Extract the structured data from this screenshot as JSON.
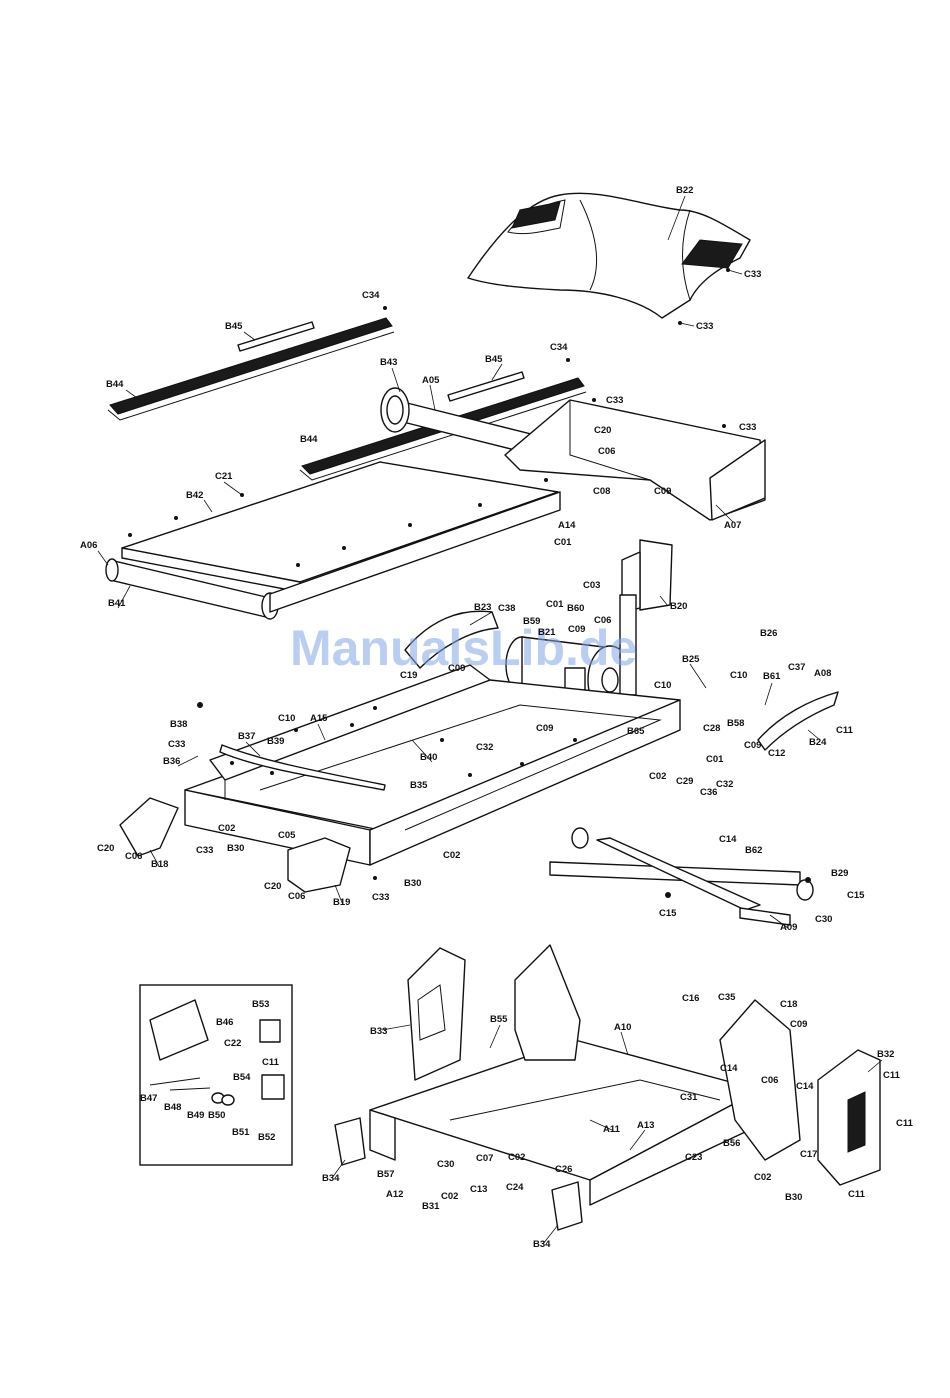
{
  "watermark": "ManualsLib.de",
  "callouts": {
    "B22": "B22",
    "C33": "C33",
    "C34": "C34",
    "B45": "B45",
    "B44": "B44",
    "B43": "B43",
    "A05": "A05",
    "C20": "C20",
    "C06": "C06",
    "C08": "C08",
    "C09": "C09",
    "A07": "A07",
    "C21": "C21",
    "B42": "B42",
    "A06": "A06",
    "B41": "B41",
    "A14": "A14",
    "C01": "C01",
    "C03": "C03",
    "B20": "B20",
    "B23": "B23",
    "C38": "C38",
    "B59": "B59",
    "B60": "B60",
    "B21": "B21",
    "C19": "C19",
    "B26": "B26",
    "B25": "B25",
    "C10": "C10",
    "C37": "C37",
    "A08": "A08",
    "B61": "B61",
    "B58": "B58",
    "C28": "C28",
    "C11": "C11",
    "B24": "B24",
    "C12": "C12",
    "B65": "B65",
    "B38": "B38",
    "A15": "A15",
    "B39": "B39",
    "C32": "C32",
    "B40": "B40",
    "B37": "B37",
    "B36": "B36",
    "B35": "B35",
    "C02": "C02",
    "C29": "C29",
    "C36": "C36",
    "C05": "C05",
    "B30": "B30",
    "B18": "B18",
    "B19": "B19",
    "C14": "C14",
    "B62": "B62",
    "B29": "B29",
    "C15": "C15",
    "A09": "A09",
    "B46": "B46",
    "B53": "B53",
    "C22": "C22",
    "B54": "B54",
    "B47": "B47",
    "B48": "B48",
    "B49": "B49",
    "B50": "B50",
    "B51": "B51",
    "B52": "B52",
    "B33": "B33",
    "B55": "B55",
    "A10": "A10",
    "C16": "C16",
    "C35": "C35",
    "C18": "C18",
    "B32": "B32",
    "C31": "C31",
    "A11": "A11",
    "A13": "A13",
    "B56": "B56",
    "C23": "C23",
    "C26": "C26",
    "C24": "C24",
    "C07": "C07",
    "C30": "C30",
    "C13": "C13",
    "B57": "B57",
    "A12": "A12",
    "B31": "B31",
    "B34": "B34",
    "C17": "C17"
  }
}
